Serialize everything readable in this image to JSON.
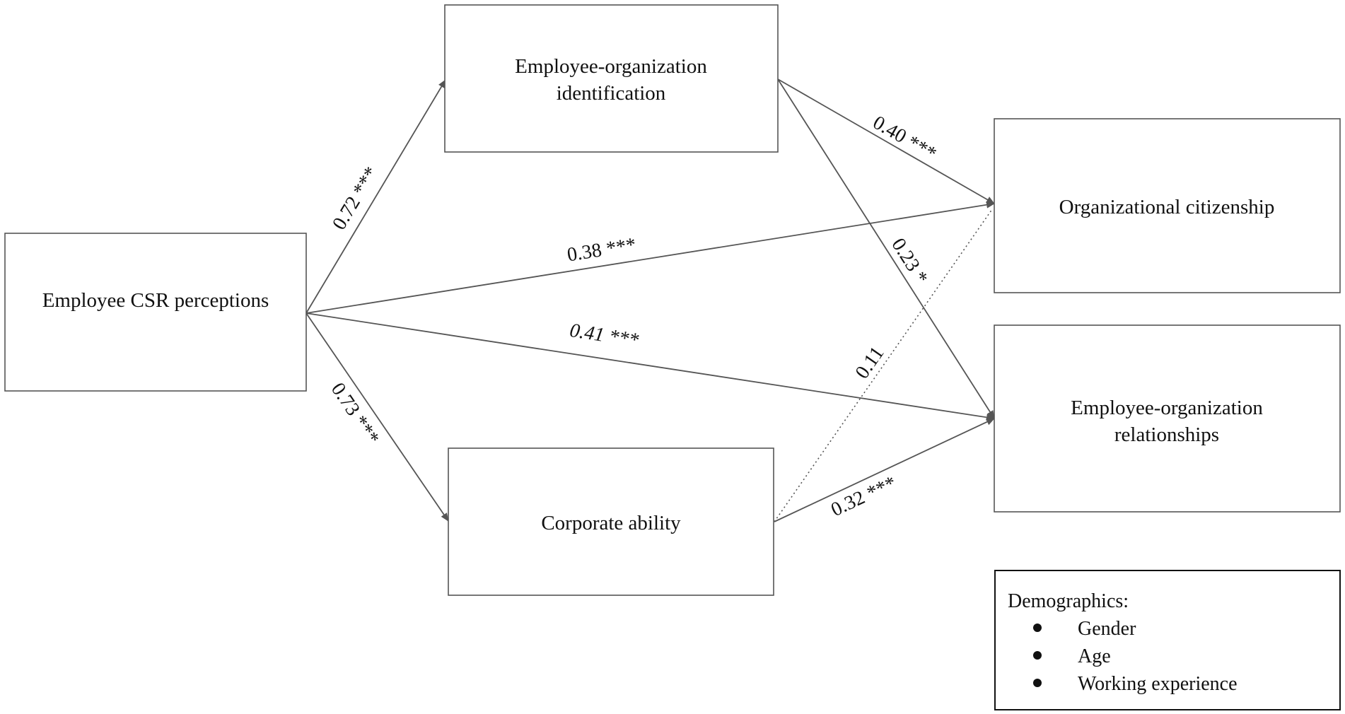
{
  "nodes": {
    "csr": {
      "lines": [
        "Employee CSR perceptions"
      ]
    },
    "eoi": {
      "lines": [
        "Employee-organization",
        "identification"
      ]
    },
    "ca": {
      "lines": [
        "Corporate ability"
      ]
    },
    "oc": {
      "lines": [
        "Organizational citizenship"
      ]
    },
    "eor": {
      "lines": [
        "Employee-organization",
        "relationships"
      ]
    }
  },
  "edges": {
    "csr_eoi": {
      "label": "0.72 ***",
      "style": "solid"
    },
    "csr_oc": {
      "label": "0.38 ***",
      "style": "solid"
    },
    "csr_eor": {
      "label": "0.41 ***",
      "style": "solid"
    },
    "csr_ca": {
      "label": "0.73 ***",
      "style": "solid"
    },
    "eoi_oc": {
      "label": "0.40 ***",
      "style": "solid"
    },
    "eoi_eor": {
      "label": "0.23 *",
      "style": "solid"
    },
    "ca_oc": {
      "label": "0.11",
      "style": "dotted"
    },
    "ca_eor": {
      "label": "0.32 ***",
      "style": "solid"
    }
  },
  "legend": {
    "title": "Demographics:",
    "items": [
      "Gender",
      "Age",
      "Working experience"
    ]
  },
  "colors": {
    "line": "#555555",
    "text": "#111111",
    "background": "#ffffff"
  }
}
